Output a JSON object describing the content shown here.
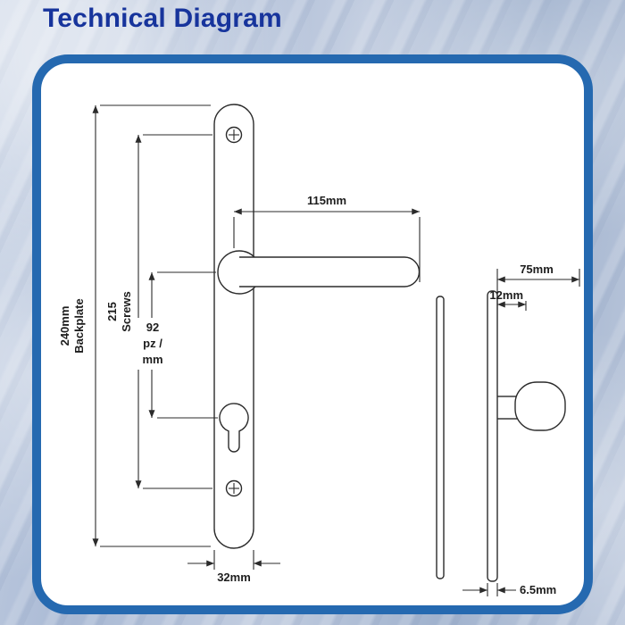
{
  "header": {
    "title": "Technical Diagram"
  },
  "colors": {
    "title": "#17349c",
    "panel_border": "#2569b0",
    "panel_background": "#ffffff",
    "line": "#2b2b2b",
    "page_background": "#b5c2d9"
  },
  "dimensions": {
    "backplate_height": {
      "value": "240mm",
      "label": "Backplate"
    },
    "screw_spacing": {
      "value": "215",
      "label": "Screws"
    },
    "pz_spacing": {
      "line1": "92",
      "line2": "pz /",
      "line3": "mm"
    },
    "handle_length": "115mm",
    "side_overall": "75mm",
    "side_depth": "12mm",
    "plate_width": "32mm",
    "plate_thickness": "6.5mm"
  }
}
